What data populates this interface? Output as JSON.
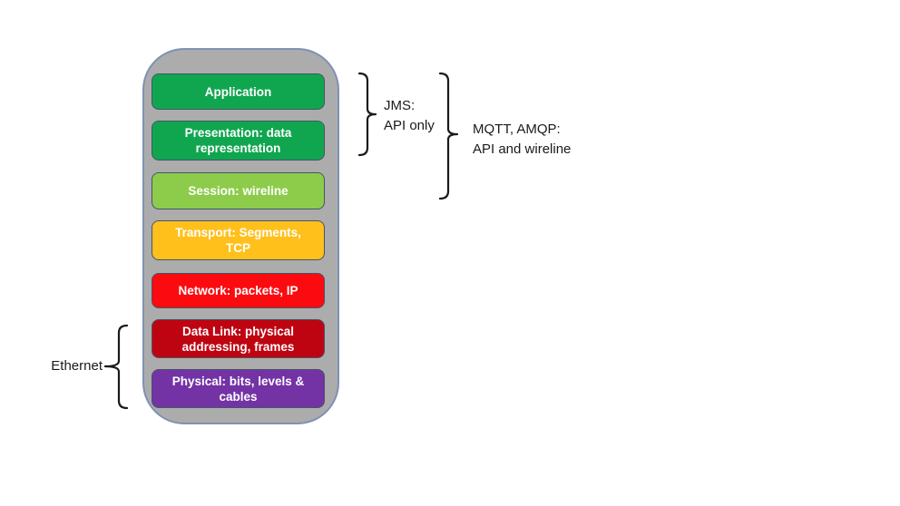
{
  "colors": {
    "container_fill": "#ACACAC",
    "container_border": "#7E91B3",
    "box_border": "#44546A",
    "bracket": "#1A1A1A",
    "annotation_text": "#1A1A1A",
    "layer_text": "#FFFFFF"
  },
  "stack": {
    "layers": [
      {
        "name": "application",
        "lines": [
          "Application"
        ],
        "color": "#10A64F"
      },
      {
        "name": "presentation",
        "lines": [
          "Presentation: data",
          "representation"
        ],
        "color": "#10A64F"
      },
      {
        "name": "session",
        "lines": [
          "Session: wireline"
        ],
        "color": "#8DCC4B"
      },
      {
        "name": "transport",
        "lines": [
          "Transport: Segments,",
          "TCP"
        ],
        "color": "#FFC01C"
      },
      {
        "name": "network",
        "lines": [
          "Network: packets, IP"
        ],
        "color": "#FB0B10"
      },
      {
        "name": "data-link",
        "lines": [
          "Data Link: physical",
          "addressing, frames"
        ],
        "color": "#BF0411"
      },
      {
        "name": "physical",
        "lines": [
          "Physical: bits, levels &",
          "cables"
        ],
        "color": "#7333A5"
      }
    ]
  },
  "annotations": {
    "jms": {
      "lines": [
        "JMS:",
        "API only"
      ]
    },
    "mqtt_amqp": {
      "lines": [
        "MQTT, AMQP:",
        "API and wireline"
      ]
    },
    "ethernet": {
      "lines": [
        "Ethernet"
      ]
    }
  }
}
